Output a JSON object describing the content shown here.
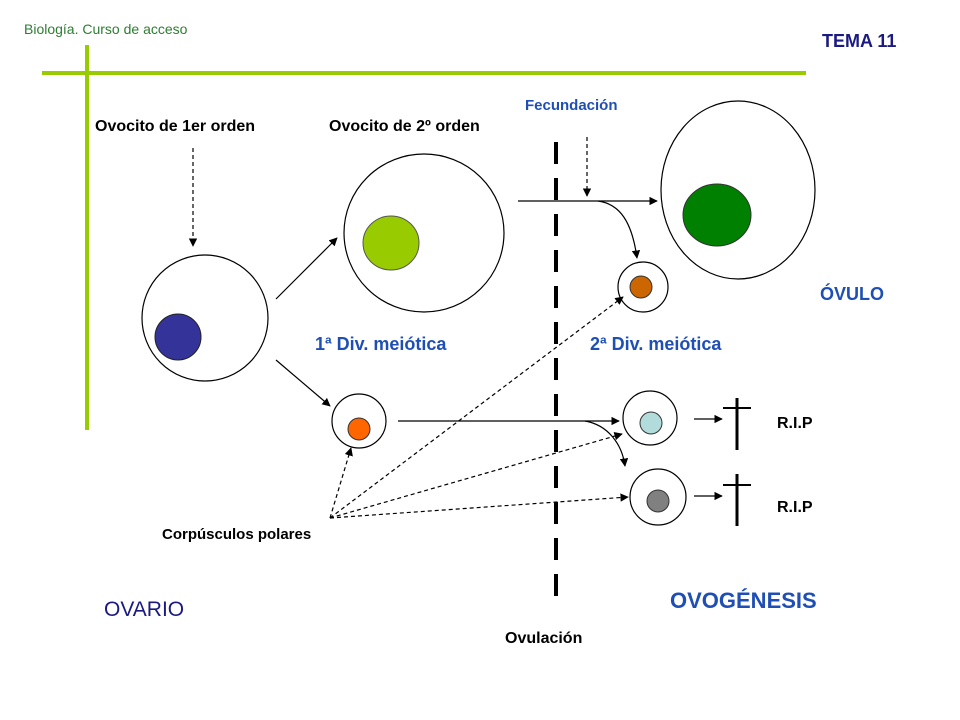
{
  "header": {
    "course": "Biología. Curso de acceso",
    "topic": "TEMA 11"
  },
  "labels": {
    "fecundacion": "Fecundación",
    "ovocito_1": "Ovocito de 1er orden",
    "ovocito_2": "Ovocito de 2º orden",
    "ovulo": "ÓVULO",
    "div_1": "1ª Div. meiótica",
    "div_2": "2ª Div. meiótica",
    "rip_1": "R.I.P",
    "rip_2": "R.I.P",
    "corpusculos": "Corpúsculos polares",
    "ovogenesis": "OVOGÉNESIS",
    "ovario": "OVARIO",
    "ovulacion": "Ovulación"
  },
  "colors": {
    "frame_line": "#99cc00",
    "nucleus_primary": "#333399",
    "nucleus_secondary": "#99cc00",
    "nucleus_ovum": "#008000",
    "nucleus_polar_1": "#ff6600",
    "nucleus_polar_2": "#cc6600",
    "nucleus_polar_3": "#b2dcdc",
    "nucleus_polar_4": "#808080"
  }
}
